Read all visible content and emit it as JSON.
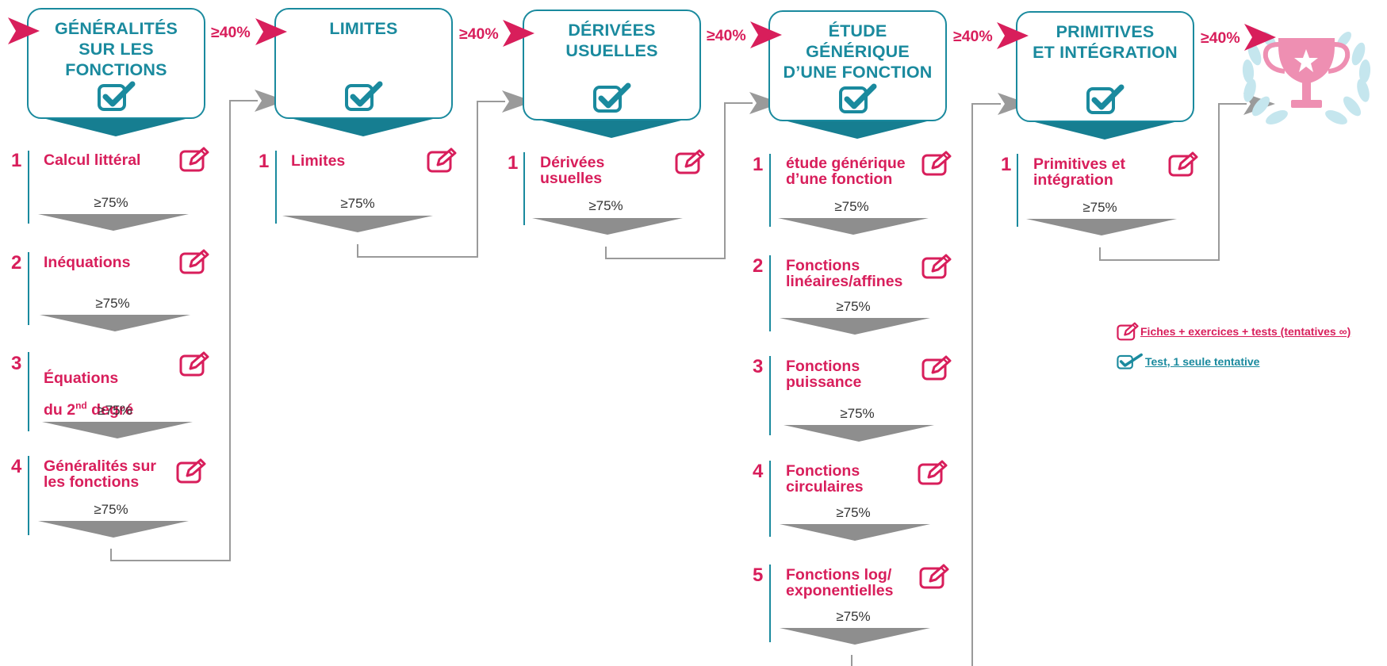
{
  "colors": {
    "teal": "#1a8a9e",
    "magenta": "#d81e5b",
    "gray": "#8e8e8e"
  },
  "threshold_module": "≥40%",
  "threshold_sequence": "≥75%",
  "modules": [
    {
      "title": "GÉNÉRALITÉS\nSUR LES\nFONCTIONS",
      "icon": "check-icon",
      "sequences": [
        {
          "number": "1",
          "title": "Calcul littéral"
        },
        {
          "number": "2",
          "title": "Inéquations"
        },
        {
          "number": "3",
          "title_line1": "Équations",
          "title_line2_prefix": "du 2",
          "title_line2_sup": "nd",
          "title_line2_suffix": " degré"
        },
        {
          "number": "4",
          "title": "Généralités sur\nles fonctions"
        }
      ]
    },
    {
      "title": "LIMITES",
      "icon": "check-icon",
      "sequences": [
        {
          "number": "1",
          "title": "Limites"
        }
      ]
    },
    {
      "title": "DÉRIVÉES\nUSUELLES",
      "icon": "check-icon",
      "sequences": [
        {
          "number": "1",
          "title": "Dérivées\nusuelles"
        }
      ]
    },
    {
      "title": "ÉTUDE\nGÉNÉRIQUE\nD’UNE FONCTION",
      "icon": "check-icon",
      "sequences": [
        {
          "number": "1",
          "title": "étude générique\nd’une fonction"
        },
        {
          "number": "2",
          "title": "Fonctions\nlinéaires/affines"
        },
        {
          "number": "3",
          "title": "Fonctions\npuissance"
        },
        {
          "number": "4",
          "title": "Fonctions\ncirculaires"
        },
        {
          "number": "5",
          "title": "Fonctions log/\nexponentielles"
        }
      ]
    },
    {
      "title": "PRIMITIVES\nET INTÉGRATION",
      "icon": "check-icon",
      "sequences": [
        {
          "number": "1",
          "title": "Primitives et\nintégration"
        }
      ]
    }
  ],
  "final_icon": "trophy-icon",
  "legend": {
    "exercises": {
      "icon": "pencil-icon",
      "label": "Fiches + exercices + tests (tentatives ∞)"
    },
    "test": {
      "icon": "check-icon",
      "label": "Test, 1 seule tentative"
    }
  }
}
